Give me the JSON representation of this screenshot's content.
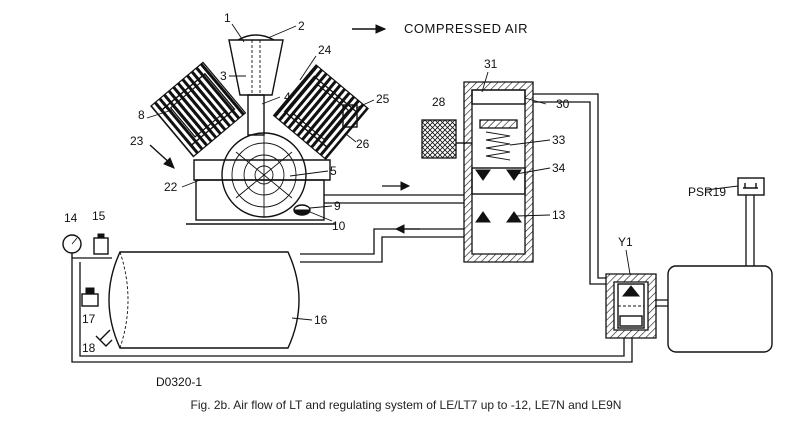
{
  "legend": {
    "label": "COMPRESSED AIR"
  },
  "labels": {
    "l1": "1",
    "l2": "2",
    "l3": "3",
    "l4": "4",
    "l5": "5",
    "l8": "8",
    "l9": "9",
    "l10": "10",
    "l13": "13",
    "l14": "14",
    "l15": "15",
    "l16": "16",
    "l17": "17",
    "l18": "18",
    "l22": "22",
    "l23": "23",
    "l24": "24",
    "l25": "25",
    "l26": "26",
    "l28": "28",
    "l30": "30",
    "l31": "31",
    "l33": "33",
    "l34": "34",
    "y1": "Y1",
    "psr19": "PSR19"
  },
  "drawing_code": "D0320-1",
  "caption": "Fig. 2b. Air flow of LT and regulating system of LE/LT7 up to -12, LE7N and LE9N"
}
